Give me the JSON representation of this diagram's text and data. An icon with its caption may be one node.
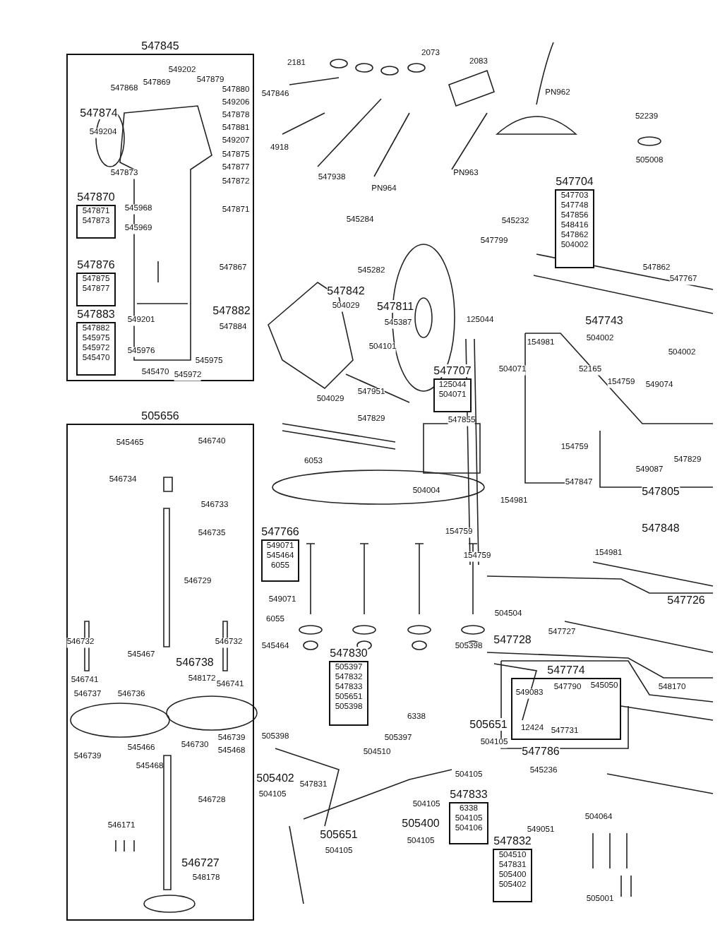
{
  "diagram": {
    "nodes": [
      {
        "text": [
          "547845"
        ]
      },
      {
        "text": [
          "547870",
          "547871",
          "547873"
        ],
        "in": 0
      },
      {
        "text": [
          "547876",
          "547875",
          "547877"
        ],
        "in": 0
      },
      {
        "text": [
          "547883",
          "547882",
          "545975",
          "545972",
          "545470"
        ],
        "in": 0
      },
      {
        "text": [
          "505656"
        ]
      },
      {
        "text": [
          "547704",
          "547703",
          "547748",
          "547856",
          "548416",
          "547862",
          "504002"
        ]
      },
      {
        "text": [
          "547707",
          "125044",
          "504071"
        ]
      },
      {
        "text": [
          "547766",
          "549071",
          "545464",
          "6055"
        ]
      },
      {
        "text": [
          "547830",
          "505397",
          "547832",
          "547833",
          "505651",
          "505398"
        ]
      },
      {
        "text": [
          "547833",
          "6338",
          "504105",
          "504106"
        ]
      },
      {
        "text": [
          "547832",
          "504510",
          "547831",
          "505400",
          "505402"
        ]
      },
      {
        "text": [
          "547774"
        ]
      }
    ],
    "labels": [
      "547868",
      "547869",
      "549202",
      "547879",
      "547880",
      "549206",
      "547878",
      "547881",
      "549207",
      "547874",
      "549204",
      "547875",
      "547877",
      "547873",
      "547872",
      "545968",
      "547871",
      "545969",
      "547867",
      "547882",
      "547884",
      "549201",
      "545976",
      "545975",
      "545470",
      "545972",
      "545465",
      "546740",
      "546734",
      "546733",
      "546735",
      "546729",
      "546732",
      "546732",
      "545467",
      "546738",
      "546741",
      "548172",
      "546741",
      "546737",
      "546736",
      "546730",
      "545466",
      "546739",
      "545468",
      "546739",
      "545468",
      "546728",
      "546171",
      "546727",
      "548178",
      "2181",
      "2073",
      "2083",
      "547846",
      "4918",
      "547938",
      "PN964",
      "PN963",
      "PN962",
      "52239",
      "505008",
      "545284",
      "547799",
      "545232",
      "545282",
      "547862",
      "547767",
      "547842",
      "504029",
      "547811",
      "545387",
      "125044",
      "547743",
      "504002",
      "504002",
      "504101",
      "154981",
      "504071",
      "52165",
      "154759",
      "549074",
      "504029",
      "547951",
      "547829",
      "547855",
      "154759",
      "547829",
      "549087",
      "6053",
      "547847",
      "547805",
      "504004",
      "154981",
      "547848",
      "154759",
      "154759",
      "154981",
      "549071",
      "547726",
      "6055",
      "504504",
      "547727",
      "547728",
      "545464",
      "505398",
      "548170",
      "549083",
      "547790",
      "545050",
      "6338",
      "505651",
      "505398",
      "12424",
      "547731",
      "505397",
      "504105",
      "547786",
      "504510",
      "545236",
      "504105",
      "505402",
      "547831",
      "504105",
      "504105",
      "504064",
      "549051",
      "505400",
      "505651",
      "504105",
      "504105",
      "505001"
    ]
  }
}
